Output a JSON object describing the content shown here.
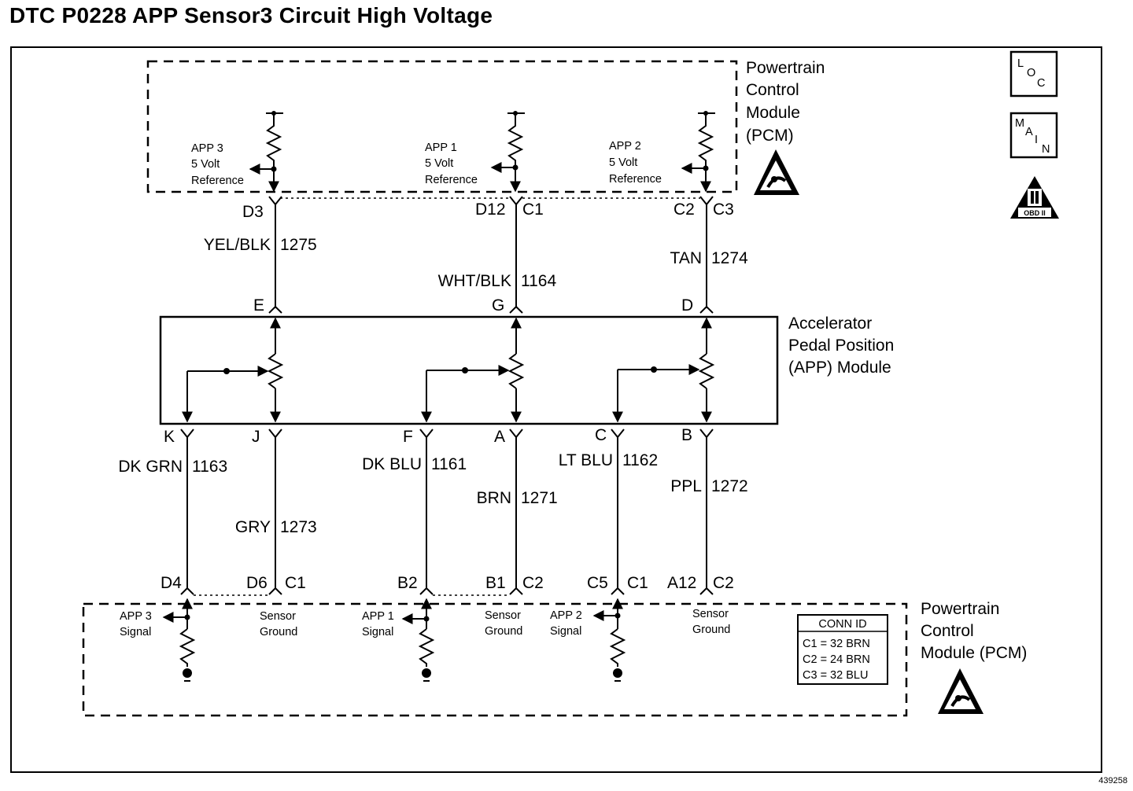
{
  "title": "DTC P0228 APP Sensor3 Circuit High Voltage",
  "pcm_top": {
    "label": [
      "Powertrain",
      "Control",
      "Module",
      "(PCM)"
    ],
    "refs": [
      {
        "lines": [
          "APP 3",
          "5 Volt",
          "Reference"
        ]
      },
      {
        "lines": [
          "APP 1",
          "5 Volt",
          "Reference"
        ]
      },
      {
        "lines": [
          "APP 2",
          "5 Volt",
          "Reference"
        ]
      }
    ],
    "pins": [
      "D3",
      "D12",
      "C1",
      "C2",
      "C3"
    ]
  },
  "wires_top": [
    {
      "color": "YEL/BLK",
      "circuit": "1275"
    },
    {
      "color": "WHT/BLK",
      "circuit": "1164"
    },
    {
      "color": "TAN",
      "circuit": "1274"
    }
  ],
  "app_module": {
    "label": [
      "Accelerator",
      "Pedal Position",
      "(APP) Module"
    ],
    "top_pins": [
      "E",
      "G",
      "D"
    ],
    "bottom_pins": [
      "K",
      "J",
      "F",
      "A",
      "C",
      "B"
    ]
  },
  "wires_bottom": [
    {
      "color": "DK GRN",
      "circuit": "1163"
    },
    {
      "color": "GRY",
      "circuit": "1273"
    },
    {
      "color": "DK BLU",
      "circuit": "1161"
    },
    {
      "color": "BRN",
      "circuit": "1271"
    },
    {
      "color": "LT BLU",
      "circuit": "1162"
    },
    {
      "color": "PPL",
      "circuit": "1272"
    }
  ],
  "pcm_bottom": {
    "label": [
      "Powertrain",
      "Control",
      "Module (PCM)"
    ],
    "pins": [
      "D4",
      "D6",
      "C1",
      "B2",
      "B1",
      "C2",
      "C5",
      "C1",
      "A12",
      "C2"
    ],
    "signals": [
      {
        "lines": [
          "APP 3",
          "Signal"
        ]
      },
      {
        "lines": [
          "Sensor",
          "Ground"
        ]
      },
      {
        "lines": [
          "APP 1",
          "Signal"
        ]
      },
      {
        "lines": [
          "Sensor",
          "Ground"
        ]
      },
      {
        "lines": [
          "APP 2",
          "Signal"
        ]
      },
      {
        "lines": [
          "Sensor",
          "Ground"
        ]
      }
    ]
  },
  "conn_id": {
    "header": "CONN ID",
    "rows": [
      "C1 = 32 BRN",
      "C2 = 24 BRN",
      "C3 = 32 BLU"
    ]
  },
  "icons": {
    "loc": [
      "L",
      "O",
      "C"
    ],
    "main": [
      "M",
      "A",
      "I",
      "N"
    ],
    "obd": "OBD II"
  },
  "doc_number": "439258"
}
